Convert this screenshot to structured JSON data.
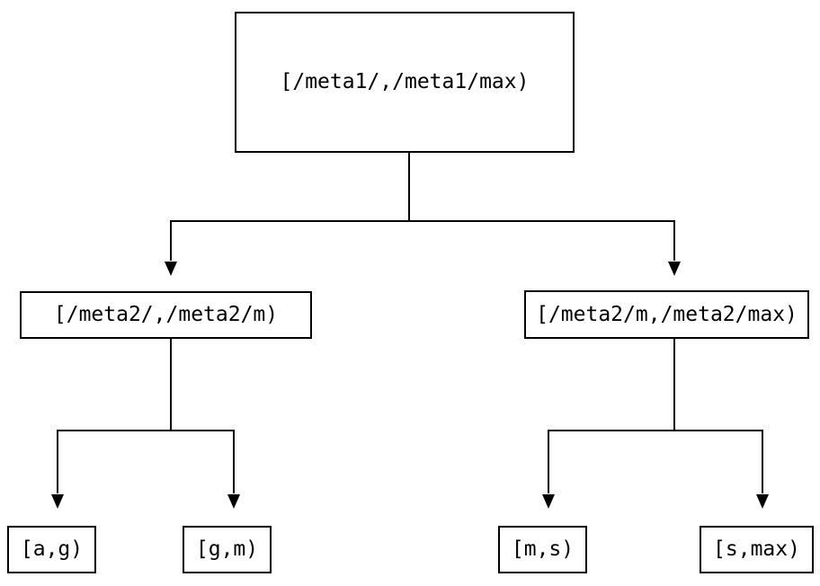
{
  "diagram": {
    "colors": {
      "background": "#ffffff",
      "line": "#000000",
      "text": "#000000",
      "box_border": "#000000"
    },
    "icons": {
      "arrowhead": "down-filled-triangle"
    },
    "nodes": {
      "root": {
        "label": "[/meta1/,/meta1/max)"
      },
      "left": {
        "label": "[/meta2/,/meta2/m)"
      },
      "right": {
        "label": "[/meta2/m,/meta2/max)"
      },
      "leaf_ll": {
        "label": "[a,g)"
      },
      "leaf_lr": {
        "label": "[g,m)"
      },
      "leaf_rl": {
        "label": "[m,s)"
      },
      "leaf_rr": {
        "label": "[s,max)"
      }
    },
    "edges": [
      {
        "from": "root",
        "to": "left"
      },
      {
        "from": "root",
        "to": "right"
      },
      {
        "from": "left",
        "to": "leaf_ll"
      },
      {
        "from": "left",
        "to": "leaf_lr"
      },
      {
        "from": "right",
        "to": "leaf_rl"
      },
      {
        "from": "right",
        "to": "leaf_rr"
      }
    ]
  }
}
